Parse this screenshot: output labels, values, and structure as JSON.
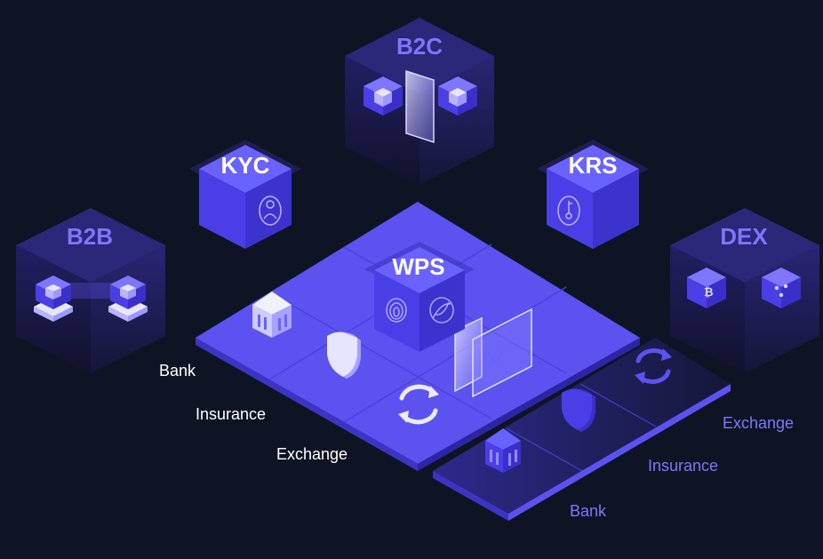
{
  "nodes": {
    "b2c": "B2C",
    "kyc": "KYC",
    "krs": "KRS",
    "b2b": "B2B",
    "dex": "DEX",
    "wps": "WPS"
  },
  "left_labels": [
    "Bank",
    "Insurance",
    "Exchange"
  ],
  "right_labels": [
    "Exchange",
    "Insurance",
    "Bank"
  ],
  "colors": {
    "background": "#0f1424",
    "platform": "#5b52f0",
    "cube_face": "#4a3fe6",
    "accent_text": "#7d76ff",
    "white_text": "#ffffff"
  }
}
